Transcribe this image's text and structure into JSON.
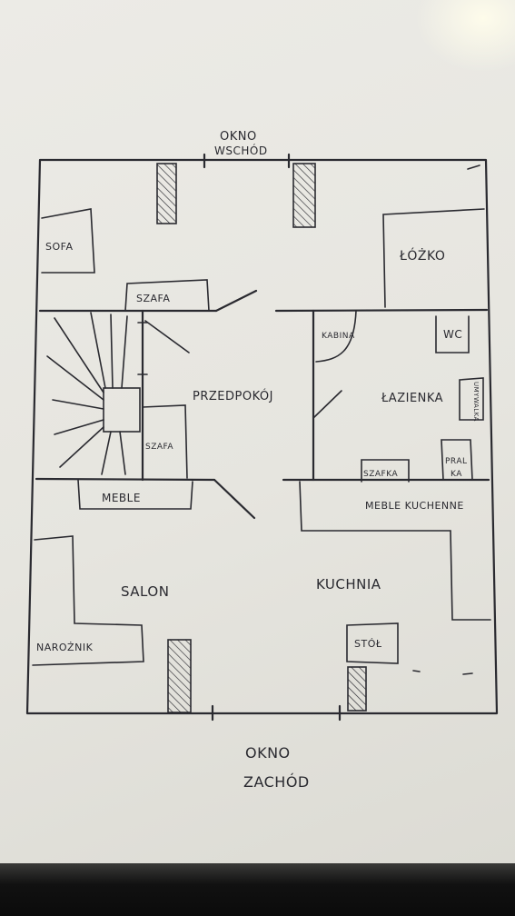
{
  "window_labels": {
    "east_line1": "OKNO",
    "east_line2": "WSCHÓD",
    "west_line1": "OKNO",
    "west_line2": "ZACHÓD"
  },
  "rooms": {
    "przedpokoj": "PRZEDPOKÓJ",
    "lazienka": "ŁAZIENKA",
    "salon": "SALON",
    "kuchnia": "KUCHNIA"
  },
  "furniture": {
    "sofa": "SOFA",
    "szafa_top": "SZAFA",
    "lozko": "ŁÓŻKO",
    "kabina": "KABINA",
    "wc": "WC",
    "szafa_hall": "SZAFA",
    "pralka_line1": "PRAL",
    "pralka_line2": "KA",
    "szafka": "SZAFKA",
    "umywalka": "UMYWALKA",
    "meble": "MEBLE",
    "meble_kuchenne": "MEBLE  KUCHENNE",
    "naroznik": "NAROŻNIK",
    "stol": "STÓŁ"
  },
  "colors": {
    "ink": "#2a2a30",
    "paper": "#e8e7e1",
    "background": "#111111"
  }
}
